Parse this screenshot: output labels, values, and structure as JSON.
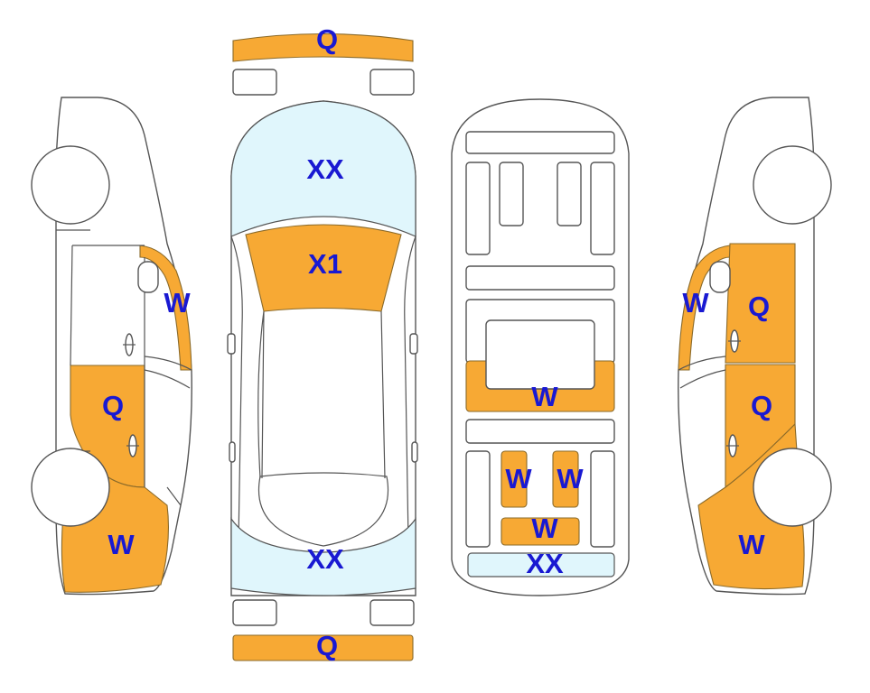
{
  "colors": {
    "damage_fill": "#F7A934",
    "glass_fill": "#E0F6FC",
    "outline": "#555555",
    "label_color": "#1919D2",
    "background": "#FFFFFF"
  },
  "views": {
    "left_side": {
      "labels": {
        "rear_fender": "W",
        "rear_door": "Q",
        "front_fender": "W"
      }
    },
    "top": {
      "labels": {
        "front_bumper": "Q",
        "hood": "XX",
        "windshield": "X1",
        "rear_window": "XX",
        "rear_bumper": "Q"
      }
    },
    "underbody": {
      "labels": {
        "mid_panel": "W",
        "left_rail": "W",
        "right_rail": "W",
        "rear_cross": "W",
        "rear_glass": "XX"
      }
    },
    "right_side": {
      "labels": {
        "rear_fender": "W",
        "rear_door": "Q",
        "front_door": "Q",
        "front_fender": "W"
      }
    }
  }
}
